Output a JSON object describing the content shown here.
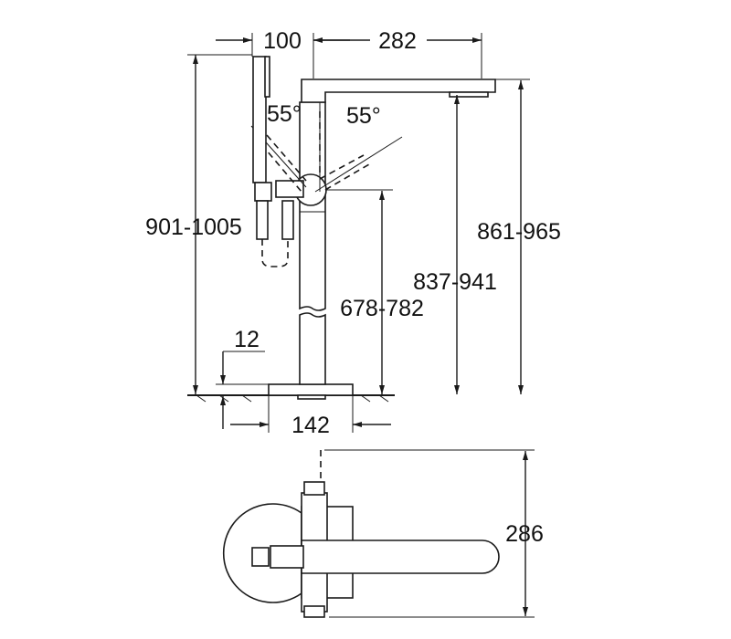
{
  "dimensions": {
    "spout_offset": "100",
    "spout_reach": "282",
    "angle_left": "55°",
    "angle_right": "55°",
    "overall_height": "901-1005",
    "spout_height": "861-965",
    "outlet_height": "837-941",
    "handle_height": "678-782",
    "base_thickness": "12",
    "base_width": "142",
    "depth": "286"
  },
  "colors": {
    "line": "#1a1a1a",
    "background": "#ffffff"
  }
}
